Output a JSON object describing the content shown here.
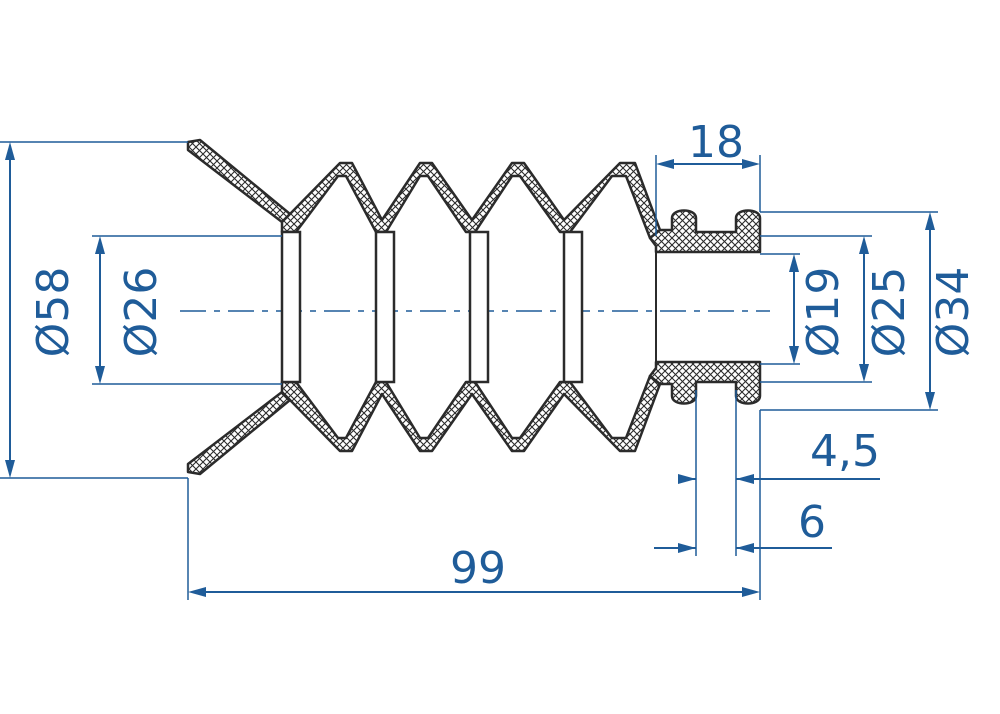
{
  "drawing": {
    "dimensions": {
      "overall_length": "99",
      "neck_length": "18",
      "diameter_outer_lip": "Ø58",
      "diameter_inner": "Ø26",
      "diameter_bore": "Ø19",
      "diameter_neck": "Ø25",
      "diameter_neck_outer": "Ø34",
      "groove_width": "4,5",
      "groove_offset": "6"
    },
    "colors": {
      "dimension": "#1f5c99",
      "outline": "#2b2b2b"
    }
  }
}
